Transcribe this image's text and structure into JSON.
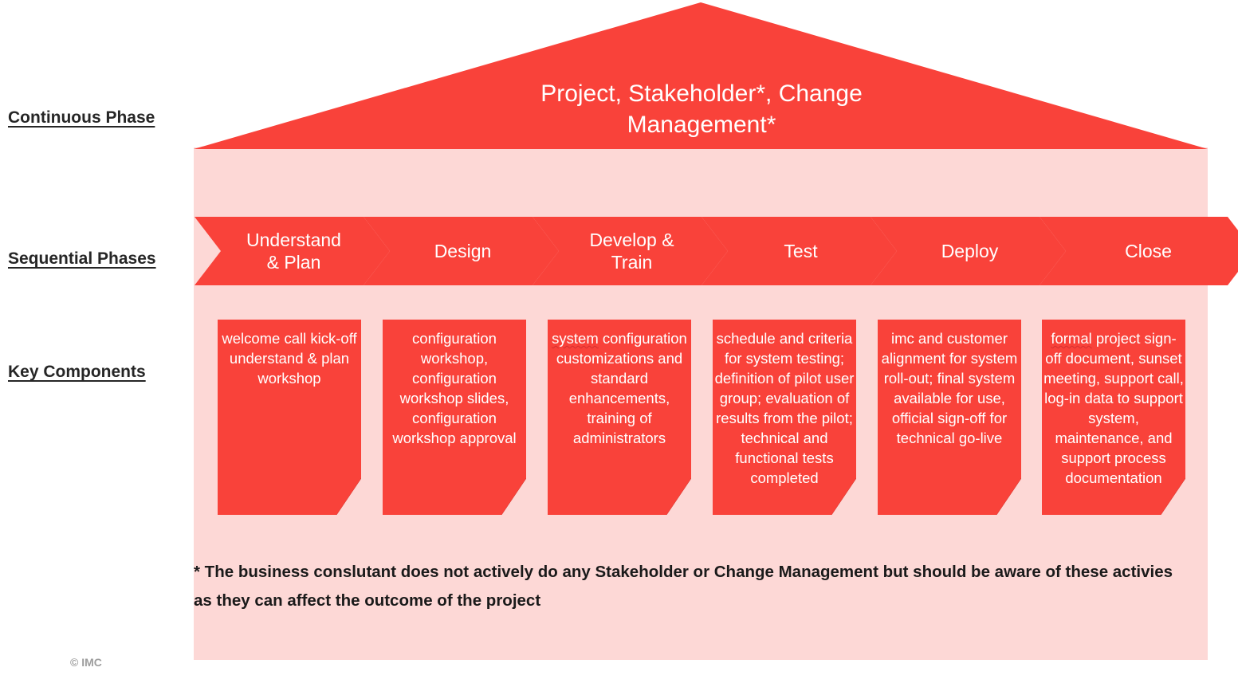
{
  "colors": {
    "accent_red": "#F9423A",
    "light_red": "#FDD8D6",
    "fold_red": "#C8352E",
    "text_dark": "#262626",
    "white": "#FFFFFF",
    "copyright_gray": "#9E9E9E"
  },
  "row_labels": {
    "continuous": "Continuous Phase",
    "sequential": "Sequential Phases",
    "key_components": "Key Components"
  },
  "roof": {
    "title": "Project, Stakeholder*, Change\nManagement*"
  },
  "sequential_phases": [
    {
      "label": "Understand\n& Plan"
    },
    {
      "label": "Design"
    },
    {
      "label": "Develop &\nTrain"
    },
    {
      "label": "Test"
    },
    {
      "label": "Deploy"
    },
    {
      "label": "Close"
    }
  ],
  "key_components": [
    {
      "misspelled": "",
      "text": "welcome call kick-off understand & plan workshop"
    },
    {
      "misspelled": "",
      "text": "configuration workshop, configuration workshop slides, configuration workshop approval"
    },
    {
      "misspelled": "system",
      "text": " configuration customizations and standard enhancements, training of administrators"
    },
    {
      "misspelled": "",
      "text": "schedule and criteria for system testing; definition of pilot user group; evaluation of results from the pilot; technical and functional tests completed"
    },
    {
      "misspelled": "",
      "text": "imc and customer alignment for system roll-out; final system available for use, official sign-off for technical go-live"
    },
    {
      "misspelled": "formal",
      "text": " project sign-off document, sunset meeting, support call, log-in data to support system, maintenance, and support process documentation"
    }
  ],
  "footnote": "* The business conslutant does not actively do any Stakeholder or Change Management but should be aware of these activies as they can affect the outcome of the project",
  "copyright": "© IMC"
}
